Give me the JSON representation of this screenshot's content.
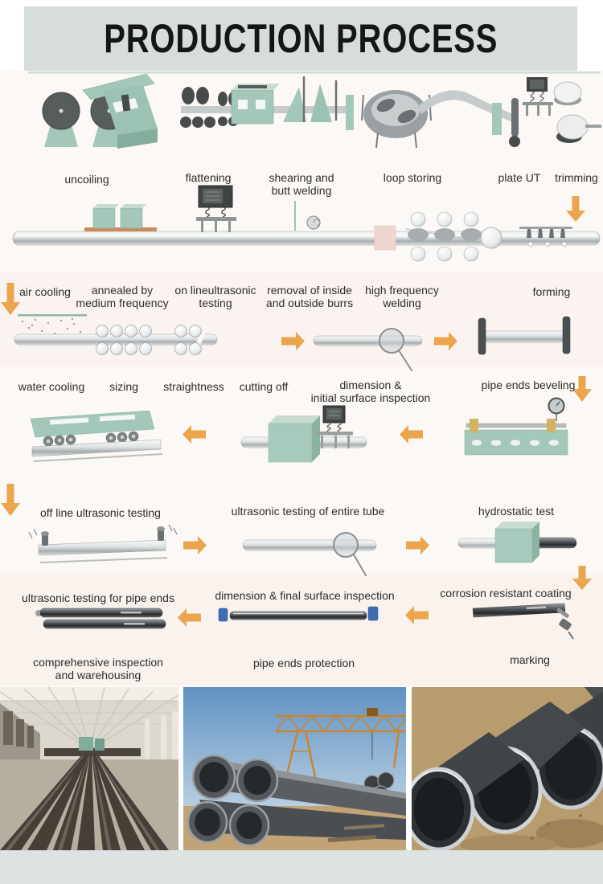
{
  "header": {
    "title": "PRODUCTION PROCESS"
  },
  "flow": {
    "row1": {
      "steps": [
        "uncoiling",
        "flattening",
        "shearing and\nbutt welding",
        "loop storing",
        "plate UT",
        "trimming"
      ]
    },
    "row2": {
      "steps": [
        "air cooling",
        "annealed by\nmedium frequency",
        "on lineultrasonic\ntesting",
        "removal of inside\nand outside burrs",
        "high frequency\nwelding",
        "forming"
      ]
    },
    "row3": {
      "steps": [
        "water cooling",
        "sizing",
        "straightness",
        "cutting off",
        "dimension &\ninitial surface inspection",
        "pipe ends beveling"
      ]
    },
    "row4": {
      "steps": [
        "off line ultrasonic testing",
        "ultrasonic testing of entire tube",
        "hydrostatic test"
      ]
    },
    "row5": {
      "steps": [
        "ultrasonic testing for pipe ends",
        "dimension & final surface inspection",
        "corrosion resistant coating"
      ]
    },
    "row6": {
      "steps": [
        "comprehensive inspection\nand warehousing",
        "pipe ends protection",
        "marking"
      ]
    }
  },
  "colors": {
    "banner_bg": "#d6dddc",
    "machine_teal": "#a3c7b9",
    "arrow_orange": "#eba54d",
    "pink_sleeve": "#eed7cf",
    "footer_band": "#dce3e2"
  }
}
